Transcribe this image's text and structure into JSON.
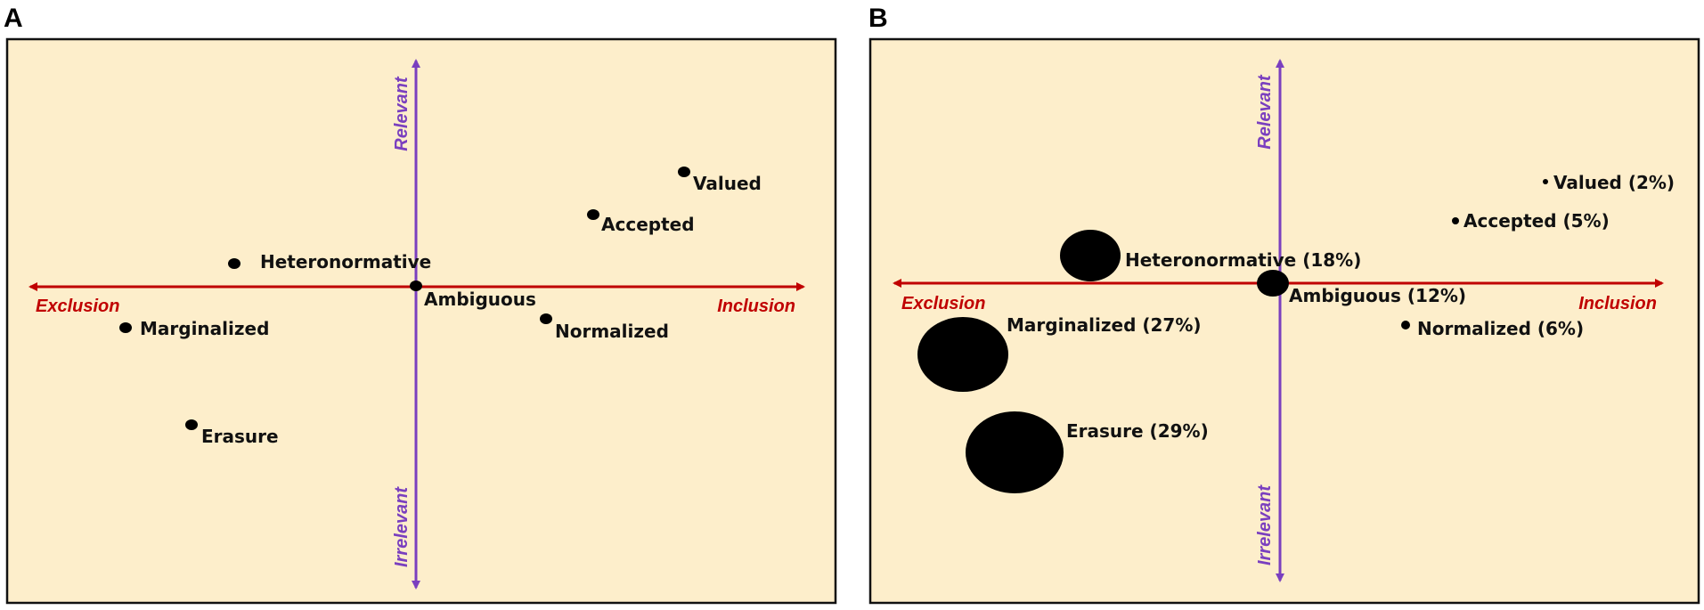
{
  "colors": {
    "panel_bg": "#fdeecb",
    "panel_border": "#111111",
    "h_axis": "#c00000",
    "v_axis": "#7a3fbf",
    "point": "#000000"
  },
  "panels": [
    {
      "letter": "A",
      "axis_labels": {
        "left": "Exclusion",
        "right": "Inclusion",
        "top": "Relevant",
        "bottom": "Irrelevant"
      },
      "points": [
        {
          "label": "Valued"
        },
        {
          "label": "Accepted"
        },
        {
          "label": "Heteronormative"
        },
        {
          "label": "Ambiguous"
        },
        {
          "label": "Normalized"
        },
        {
          "label": "Marginalized"
        },
        {
          "label": "Erasure"
        }
      ]
    },
    {
      "letter": "B",
      "axis_labels": {
        "left": "Exclusion",
        "right": "Inclusion",
        "top": "Relevant",
        "bottom": "Irrelevant"
      },
      "points": [
        {
          "label": "Valued (2%)",
          "percent": 2
        },
        {
          "label": "Accepted (5%)",
          "percent": 5
        },
        {
          "label": "Heteronormative (18%)",
          "percent": 18
        },
        {
          "label": "Ambiguous (12%)",
          "percent": 12
        },
        {
          "label": "Normalized (6%)",
          "percent": 6
        },
        {
          "label": "Marginalized (27%)",
          "percent": 27
        },
        {
          "label": "Erasure (29%)",
          "percent": 29
        }
      ]
    }
  ]
}
